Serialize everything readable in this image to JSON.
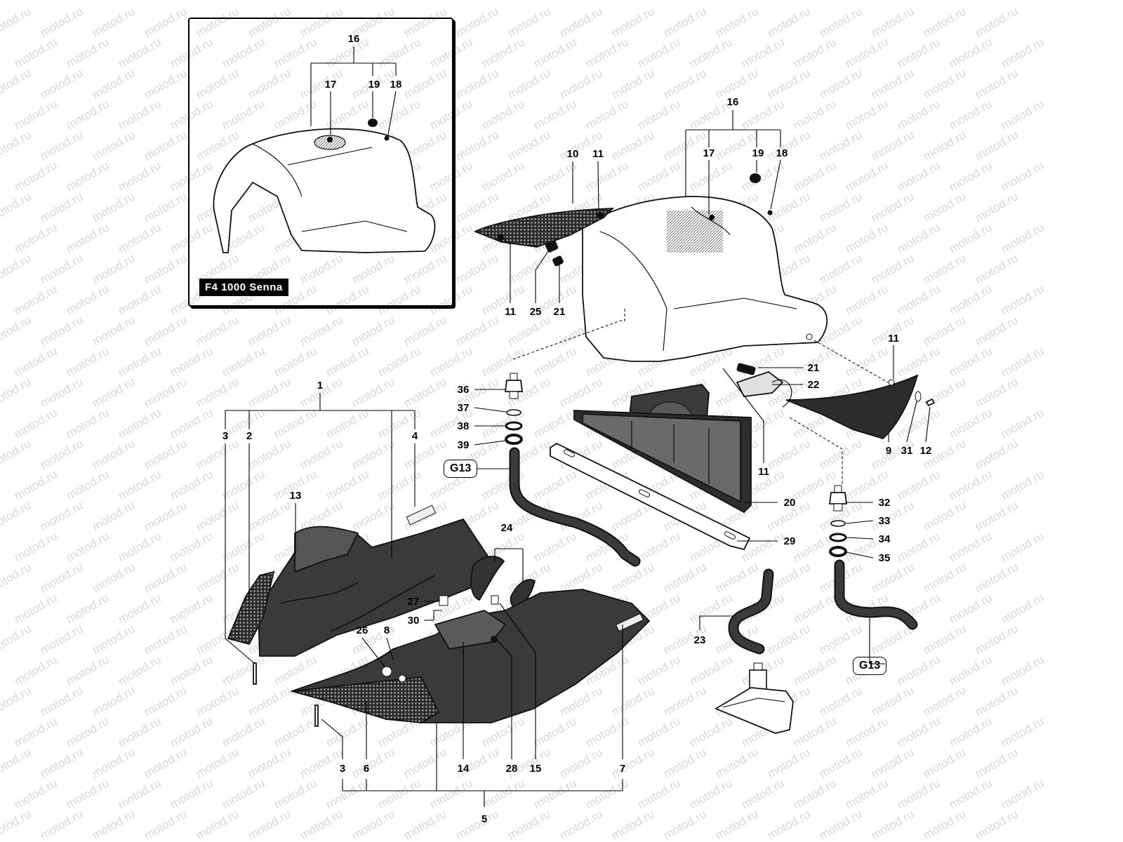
{
  "watermark": "motod.ru",
  "inset": {
    "label": "F4 1000 Senna"
  },
  "refs": {
    "g13_left": "G13",
    "g13_right": "G13"
  },
  "callouts": {
    "c1": "1",
    "c2": "2",
    "c3a": "3",
    "c3b": "3",
    "c4": "4",
    "c5": "5",
    "c6": "6",
    "c7": "7",
    "c8": "8",
    "c9": "9",
    "c10": "10",
    "c11a": "11",
    "c11b": "11",
    "c11c": "11",
    "c11d": "11",
    "c12": "12",
    "c13": "13",
    "c14": "14",
    "c15": "15",
    "c16": "16",
    "c16i": "16",
    "c17": "17",
    "c17i": "17",
    "c18": "18",
    "c18i": "18",
    "c19": "19",
    "c19i": "19",
    "c20": "20",
    "c21a": "21",
    "c21b": "21",
    "c22": "22",
    "c23": "23",
    "c24": "24",
    "c25": "25",
    "c26": "26",
    "c27": "27",
    "c28": "28",
    "c29": "29",
    "c30": "30",
    "c31": "31",
    "c32": "32",
    "c33": "33",
    "c34": "34",
    "c35": "35",
    "c36": "36",
    "c37": "37",
    "c38": "38",
    "c39": "39"
  }
}
